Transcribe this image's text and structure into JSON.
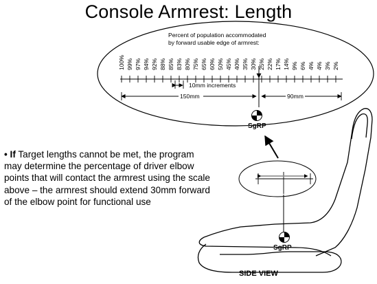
{
  "slide": {
    "title": "Console Armrest: Length",
    "bullet_lead": "• If",
    "bullet_body": " Target lengths cannot be met, the program may determine the percentage of driver elbow points that will contact the armrest using the scale above – the armrest should extend 30mm forward of the elbow point for functional use"
  },
  "scale": {
    "caption_line1": "Percent of population accommodated",
    "caption_line2": "by forward usable edge of armrest:",
    "percent_labels": [
      "100%",
      "99%",
      "97%",
      "94%",
      "92%",
      "88%",
      "85%",
      "83%",
      "80%",
      "75%",
      "65%",
      "60%",
      "50%",
      "45%",
      "40%",
      "35%",
      "30%",
      "25%",
      "22%",
      "17%",
      "14%",
      "9%",
      "6%",
      "4%",
      "4%",
      "3%",
      "2%"
    ],
    "increment_label": "10mm increments",
    "left_span_label": "150mm",
    "right_span_label": "90mm",
    "reference_point_label": "SgRP"
  },
  "side_view": {
    "reference_point_label": "SgRP",
    "view_label": "SIDE VIEW"
  }
}
